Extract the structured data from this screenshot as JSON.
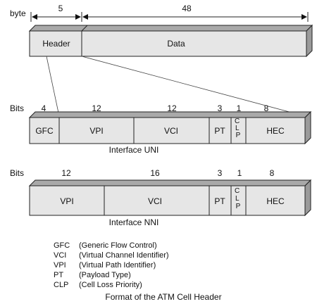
{
  "top": {
    "unit_label": "byte",
    "header_size": "5",
    "data_size": "48",
    "header_label": "Header",
    "data_label": "Data"
  },
  "uni": {
    "bits_label": "Bits",
    "fields": [
      {
        "label": "GFC",
        "bits": "4"
      },
      {
        "label": "VPI",
        "bits": "12"
      },
      {
        "label": "VCI",
        "bits": "12"
      },
      {
        "label": "PT",
        "bits": "3"
      },
      {
        "label": "C L P",
        "bits": "1"
      },
      {
        "label": "HEC",
        "bits": "8"
      }
    ],
    "caption": "Interface UNI"
  },
  "nni": {
    "bits_label": "Bits",
    "fields": [
      {
        "label": "VPI",
        "bits": "12"
      },
      {
        "label": "VCI",
        "bits": "16"
      },
      {
        "label": "PT",
        "bits": "3"
      },
      {
        "label": "C L P",
        "bits": "1"
      },
      {
        "label": "HEC",
        "bits": "8"
      }
    ],
    "caption": "Interface NNI"
  },
  "legend": [
    {
      "abbr": "GFC",
      "desc": "(Generic Flow Control)"
    },
    {
      "abbr": "VCI",
      "desc": "(Virtual Channel Identifier)"
    },
    {
      "abbr": "VPI",
      "desc": "(Virtual Path Identifier)"
    },
    {
      "abbr": "PT",
      "desc": "(Payload Type)"
    },
    {
      "abbr": "CLP",
      "desc": "(Cell Loss Priority)"
    }
  ],
  "caption": "Format of the ATM Cell Header"
}
